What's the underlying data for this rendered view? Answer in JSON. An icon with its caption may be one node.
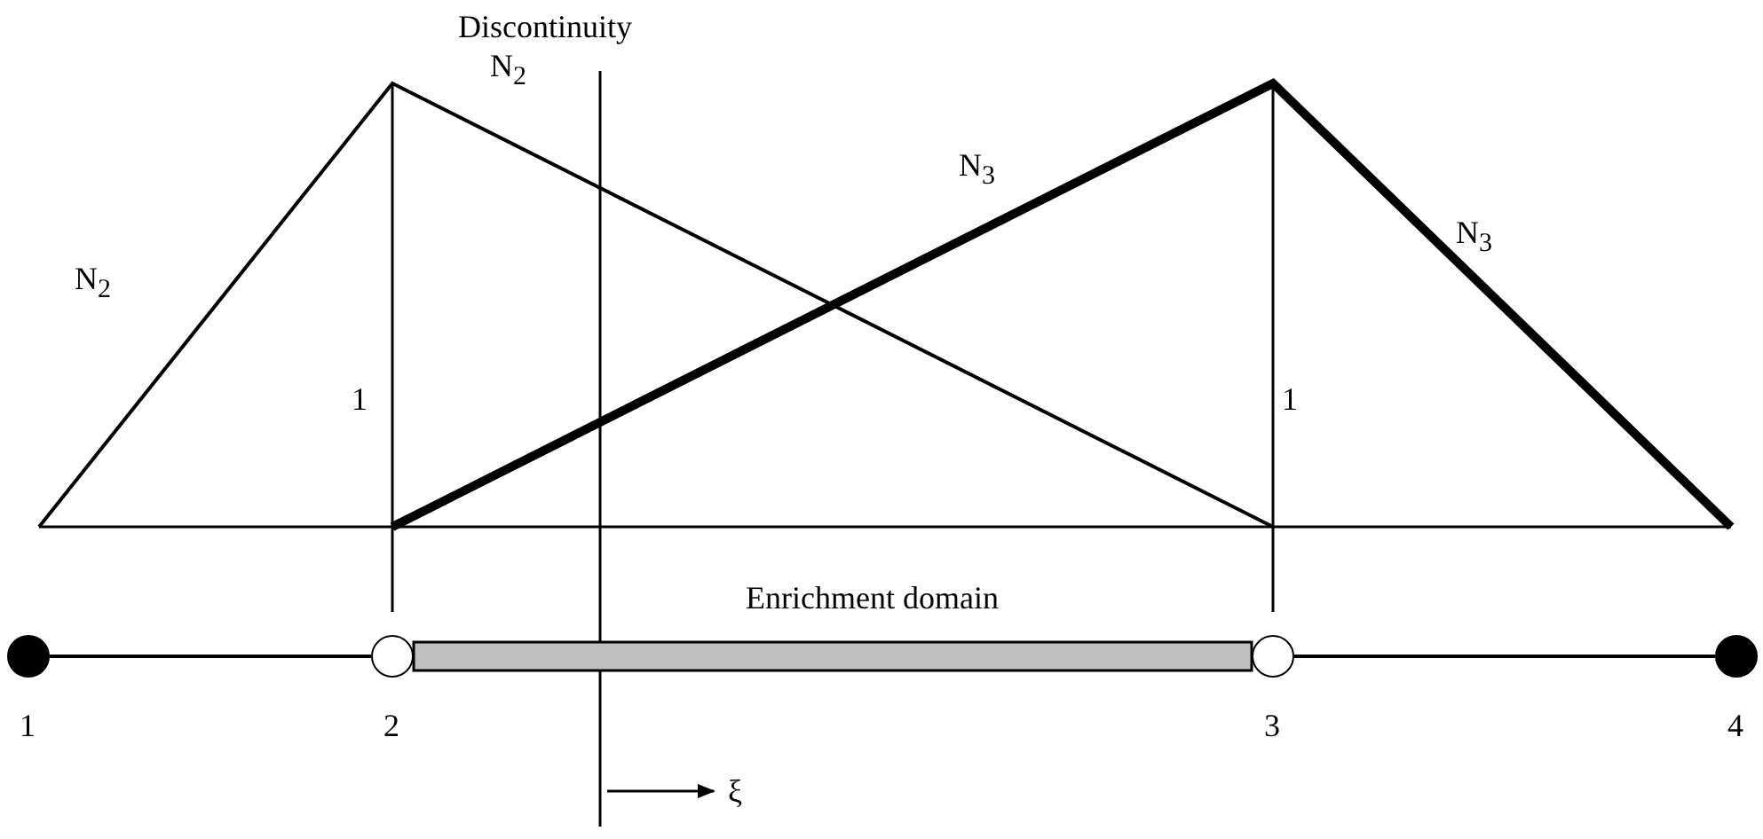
{
  "diagram": {
    "nodes": [
      {
        "text": [],
        "shape": "circle",
        "beside": [
          "1"
        ]
      },
      {
        "text": [],
        "shape": "circle",
        "beside": [
          "2"
        ]
      },
      {
        "text": [],
        "shape": "circle",
        "beside": [
          "3"
        ]
      },
      {
        "text": [],
        "shape": "circle",
        "beside": [
          "4"
        ]
      }
    ],
    "edges": [
      {
        "from": 0,
        "to": 1,
        "arrow": "none"
      },
      {
        "from": 1,
        "to": 2,
        "arrow": "none",
        "style": "thick",
        "color": "#c0c0c0"
      },
      {
        "from": 2,
        "to": 3,
        "arrow": "none"
      }
    ],
    "labels": [
      "Discontinuity",
      "N$_{2}$",
      "N$_{2}$",
      "N$_{3}$",
      "N$_{3}$",
      "1",
      "1",
      "Enrichment domain",
      "ξ"
    ]
  }
}
